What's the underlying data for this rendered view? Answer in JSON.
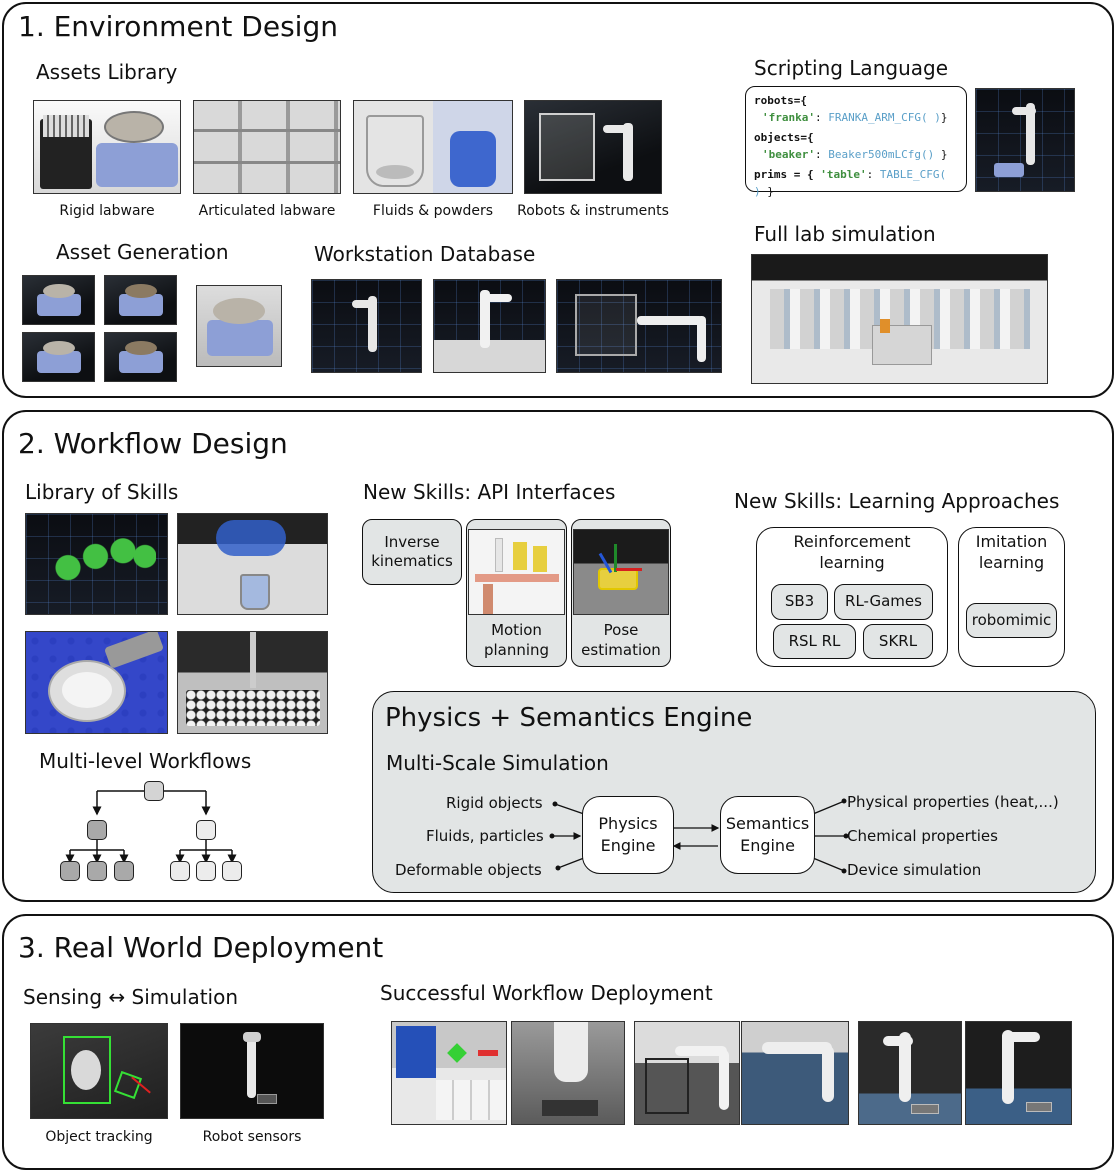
{
  "sections": {
    "env": {
      "title": "1. Environment Design",
      "assets_library": "Assets Library",
      "captions": [
        "Rigid labware",
        "Articulated labware",
        "Fluids & powders",
        "Robots & instruments"
      ],
      "scripting_language": "Scripting Language",
      "asset_generation": "Asset Generation",
      "workstation_database": "Workstation Database",
      "full_lab_simulation": "Full lab simulation",
      "code": {
        "l1": "robots={",
        "l2a": "'franka'",
        "l2b": ": ",
        "l2c": "FRANKA_ARM_CFG( )",
        "l2d": "}",
        "l3": "objects={",
        "l4a": "'beaker'",
        "l4b": ": ",
        "l4c": "Beaker500mLCfg()",
        "l4d": " }",
        "l5a": "prims = { ",
        "l5b": "'table'",
        "l5c": ": ",
        "l5d": "TABLE_CFG( )",
        "l5e": " }"
      }
    },
    "workflow": {
      "title": "2. Workflow Design",
      "library_of_skills": "Library of Skills",
      "multi_level_workflows": "Multi-level Workflows",
      "api_title": "New Skills: API Interfaces",
      "inverse_kinematics": "Inverse kinematics",
      "motion_planning": "Motion planning",
      "pose_estimation": "Pose estimation",
      "learning_title": "New Skills: Learning Approaches",
      "reinforcement_learning": "Reinforcement learning",
      "imitation_learning": "Imitation learning",
      "rl_libs": [
        "SB3",
        "RL-Games",
        "RSL RL",
        "SKRL"
      ],
      "il_libs": [
        "robomimic"
      ],
      "engine_title": "Physics + Semantics Engine",
      "multi_scale": "Multi-Scale Simulation",
      "inputs": [
        "Rigid objects",
        "Fluids, particles",
        "Deformable objects"
      ],
      "physics_engine": "Physics Engine",
      "semantics_engine": "Semantics Engine",
      "outputs": [
        "Physical properties (heat,...)",
        "Chemical properties",
        "Device simulation"
      ]
    },
    "deploy": {
      "title": "3. Real World Deployment",
      "sensing": "Sensing ↔ Simulation",
      "successful": "Successful Workflow Deployment",
      "captions": [
        "Object tracking",
        "Robot sensors"
      ]
    }
  },
  "colors": {
    "panel_border": "#111111",
    "grey_fill": "#e2e5e5",
    "code_green": "#3f8f3f",
    "code_blue": "#5a9fc8",
    "node_dark": "#a9a9a9",
    "node_light": "#ececec"
  }
}
